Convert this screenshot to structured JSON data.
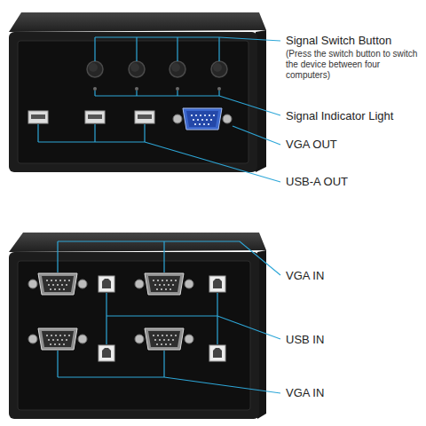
{
  "diagram": {
    "labels": [
      "Signal Switch Button",
      "(Press the switch button to switch the device between four computers)",
      "Signal Indicator Light",
      "VGA OUT",
      "USB-A OUT",
      "VGA IN",
      "USB IN",
      "VGA IN"
    ]
  }
}
